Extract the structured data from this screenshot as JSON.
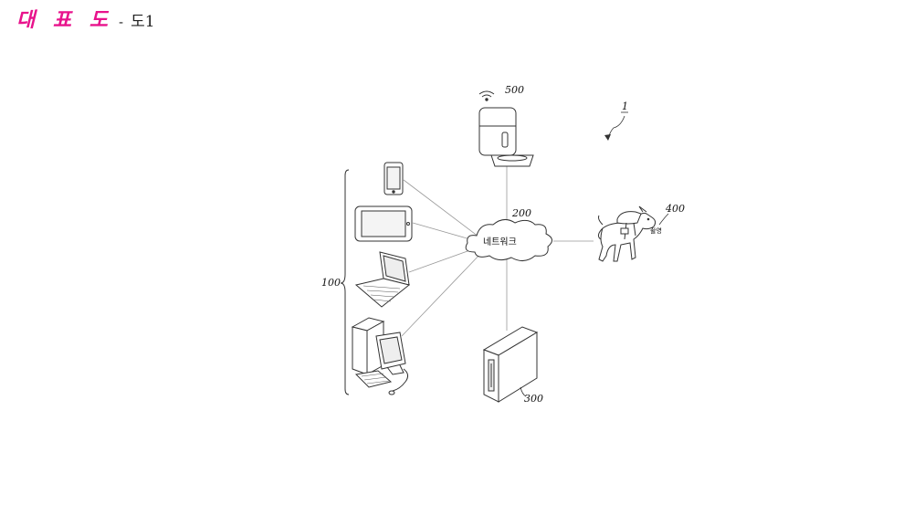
{
  "header": {
    "title": "대 표 도",
    "separator": "-",
    "figure": "도1"
  },
  "diagram": {
    "system_ref": "1",
    "user_terminals_ref": "100",
    "network_ref": "200",
    "network_label": "네트워크",
    "server_ref": "300",
    "camera_ref": "400",
    "camera_label": "촬영",
    "feeder_ref": "500"
  },
  "icons": [
    "smartphone-icon",
    "tablet-icon",
    "laptop-icon",
    "desktop-computer-icon",
    "server-tower-icon",
    "pet-feeder-icon",
    "wifi-icon",
    "dog-with-camera-icon",
    "cloud-icon"
  ]
}
